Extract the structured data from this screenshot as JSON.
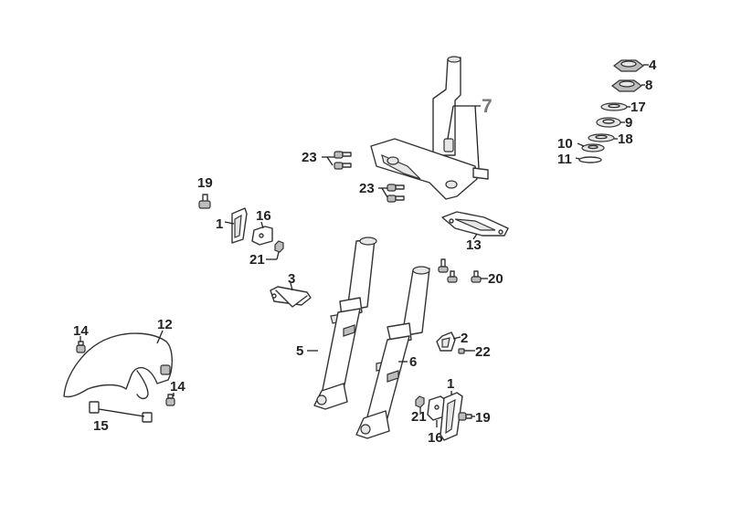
{
  "callouts": {
    "c1a": "1",
    "c1b": "1",
    "c2": "2",
    "c3": "3",
    "c4": "4",
    "c5": "5",
    "c6": "6",
    "c7": "7",
    "c8": "8",
    "c9": "9",
    "c10": "10",
    "c11": "11",
    "c12": "12",
    "c13": "13",
    "c14a": "14",
    "c14b": "14",
    "c15": "15",
    "c16a": "16",
    "c16b": "16",
    "c17": "17",
    "c18": "18",
    "c19a": "19",
    "c19b": "19",
    "c20": "20",
    "c21a": "21",
    "c21b": "21",
    "c22": "22",
    "c23a": "23",
    "c23b": "23"
  },
  "colors": {
    "line": "#333333",
    "text": "#222222",
    "callout_7": "#777777",
    "background": "#ffffff"
  }
}
